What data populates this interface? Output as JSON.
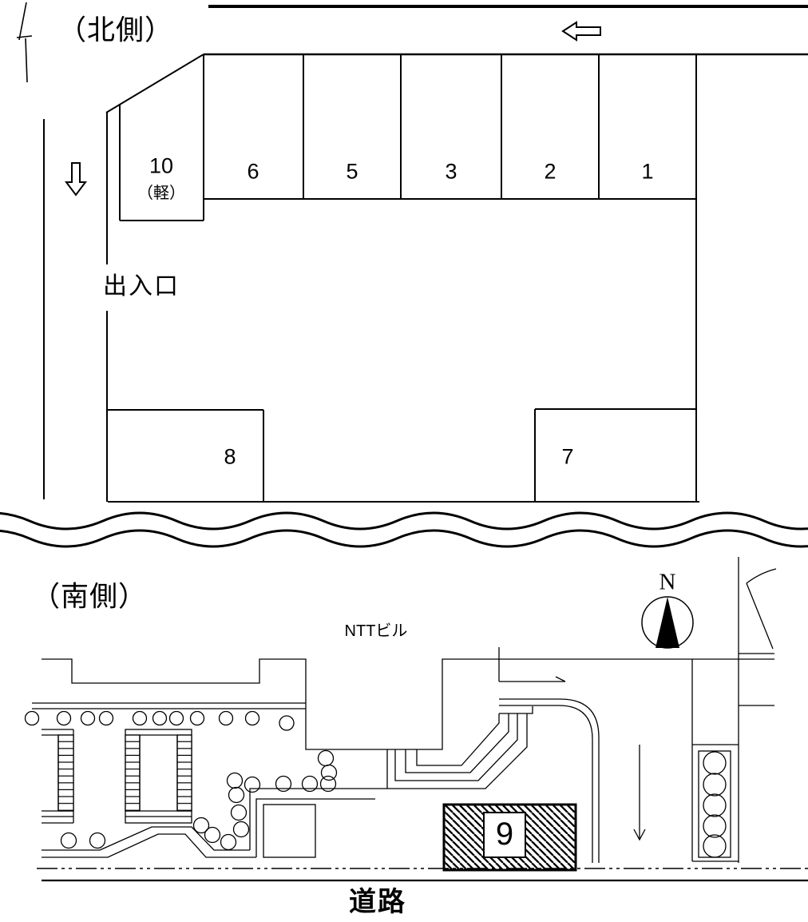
{
  "north_section": {
    "title": "（北側）",
    "entrance_label": "出入口",
    "row_spaces": [
      {
        "label": "6"
      },
      {
        "label": "5"
      },
      {
        "label": "3"
      },
      {
        "label": "2"
      },
      {
        "label": "1"
      }
    ],
    "space_10": {
      "label": "10",
      "sub_label": "（軽）"
    },
    "space_8": {
      "label": "8"
    },
    "space_7": {
      "label": "7"
    }
  },
  "south_section": {
    "title": "（南側）",
    "building_label": "NTTビル",
    "compass_label": "N",
    "space_9": {
      "label": "9"
    },
    "road_label": "道路"
  },
  "icons": {
    "compass": "compass-north-needle",
    "left_flow_arrow": "left-outline-arrow",
    "down_flow_arrow": "down-outline-arrow",
    "thin_down_arrow": "down-line-arrow",
    "thin_right_arrow": "right-line-arrow",
    "utility_pole": "utility-pole-mark",
    "break_line": "wavy-break-line"
  },
  "colors": {
    "line": "#000000",
    "background": "#ffffff",
    "needle_fill": "#000000"
  }
}
